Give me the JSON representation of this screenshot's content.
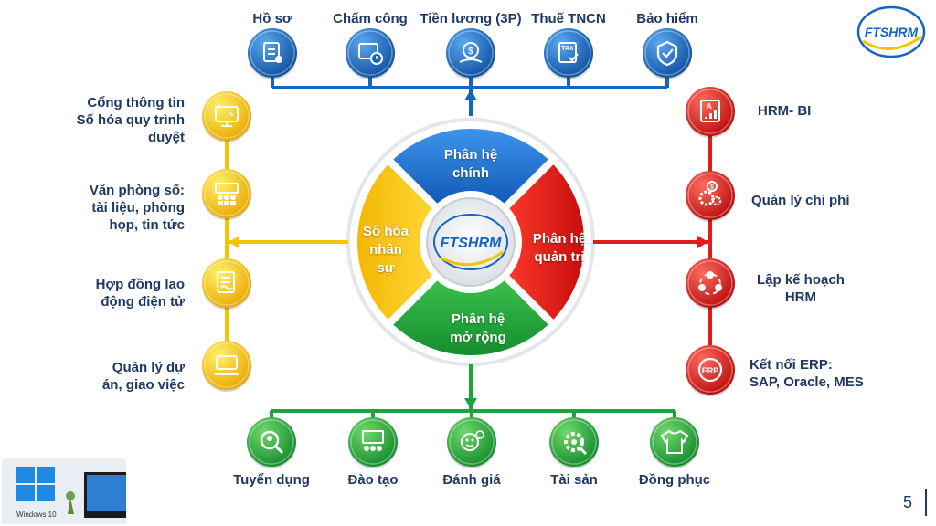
{
  "top_modules": [
    {
      "label": "Hồ sơ",
      "icon": "profile-document-icon"
    },
    {
      "label": "Chấm công",
      "icon": "timesheet-clock-icon"
    },
    {
      "label": "Tiền lương (3P)",
      "icon": "salary-money-icon"
    },
    {
      "label": "Thuế TNCN",
      "icon": "tax-form-icon"
    },
    {
      "label": "Bảo hiểm",
      "icon": "insurance-shield-icon"
    }
  ],
  "left_modules": [
    {
      "label": "Cổng thông tin\nSố hóa quy trình\nduyệt",
      "icon": "portal-monitor-icon"
    },
    {
      "label": "Văn phòng số:\ntài liệu, phòng\nhọp, tin tức",
      "icon": "digital-office-icon"
    },
    {
      "label": "Hợp đồng lao\nđộng điện tử",
      "icon": "e-contract-icon"
    },
    {
      "label": "Quản lý dự\nán, giao việc",
      "icon": "project-laptop-icon"
    }
  ],
  "right_modules": [
    {
      "label": "HRM- BI",
      "icon": "bi-report-icon"
    },
    {
      "label": "Quản lý chi phí",
      "icon": "cost-gears-icon"
    },
    {
      "label": "Lập kế hoạch\nHRM",
      "icon": "planning-team-icon"
    },
    {
      "label": "Kết nối ERP:\nSAP, Oracle, MES",
      "icon": "erp-connect-icon"
    }
  ],
  "bottom_modules": [
    {
      "label": "Tuyển dụng",
      "icon": "recruitment-search-icon"
    },
    {
      "label": "Đào tạo",
      "icon": "training-board-icon"
    },
    {
      "label": "Đánh giá",
      "icon": "evaluation-icon"
    },
    {
      "label": "Tài sản",
      "icon": "asset-gear-icon"
    },
    {
      "label": "Đồng phục",
      "icon": "uniform-shirt-icon"
    }
  ],
  "segments": {
    "top": "Phân hệ\nchính",
    "left": "Số hóa\nnhân\nsự",
    "right": "Phân hệ\nquản trị",
    "bottom": "Phân hệ\nmở rộng"
  },
  "logo": {
    "text": "FTSHRM"
  },
  "thumbnail": {
    "caption": "Windows 10"
  },
  "page_number": "5",
  "colors": {
    "blue": "#1565c0",
    "yellow": "#f5c400",
    "red": "#e31b1b",
    "green": "#1fa33a",
    "navy_text": "#1f3864"
  }
}
